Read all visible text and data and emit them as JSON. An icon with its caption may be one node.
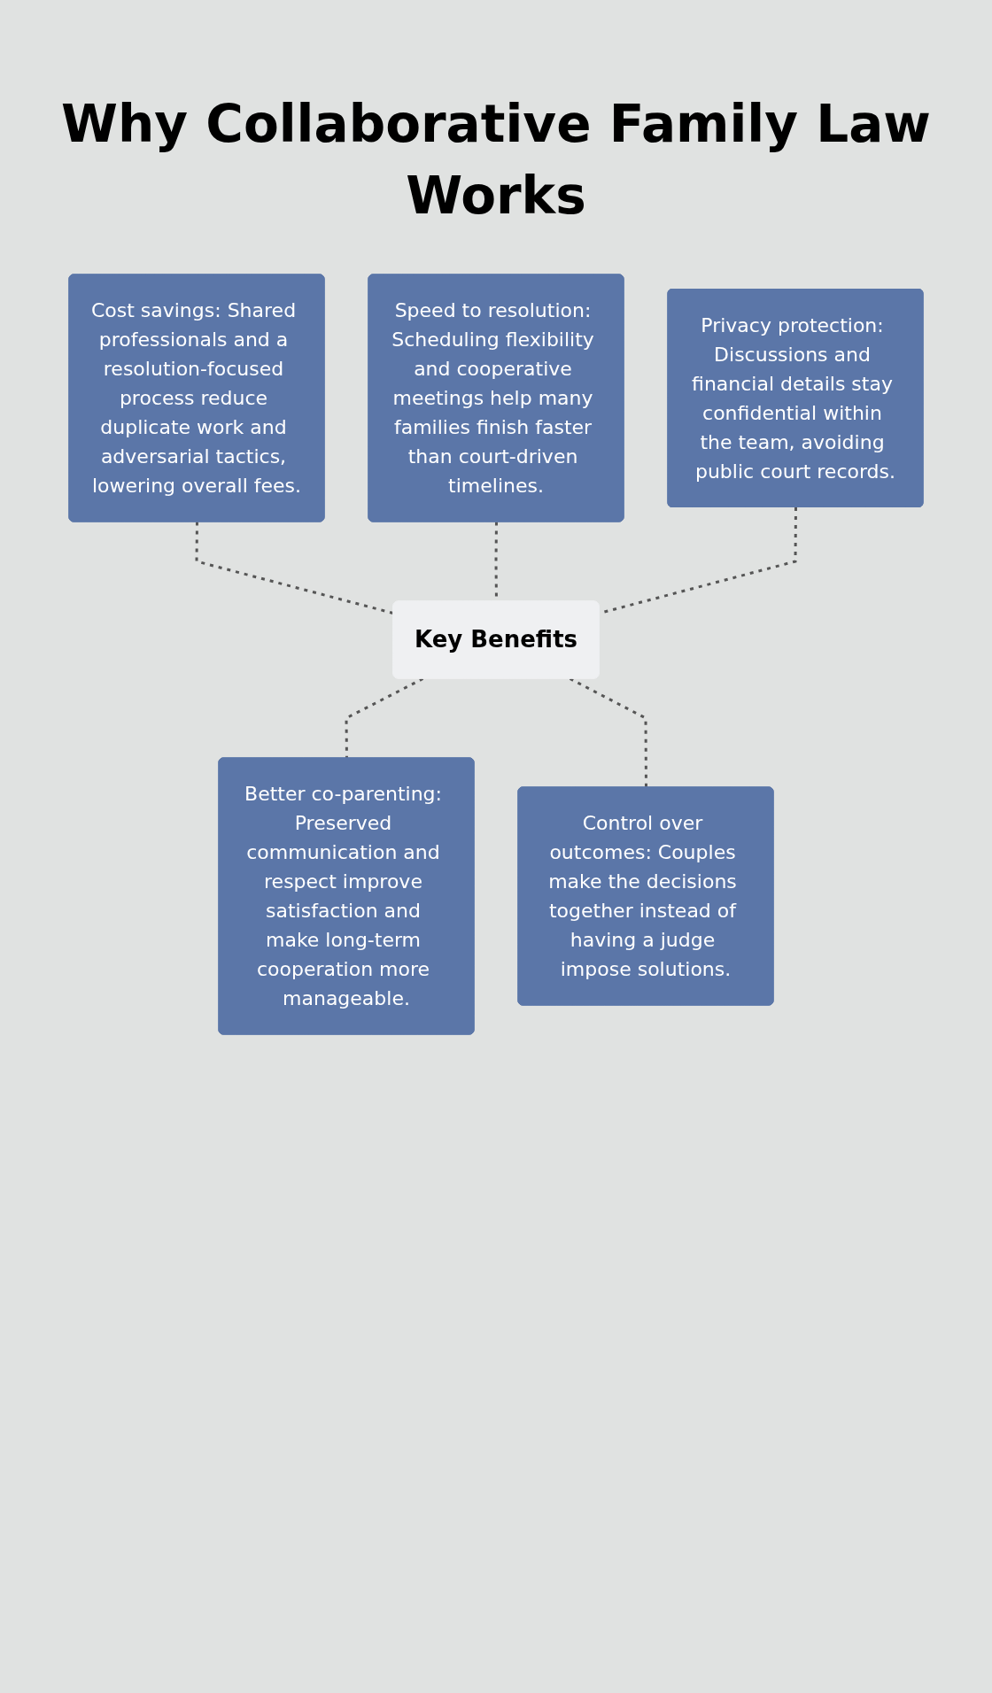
{
  "diagram": {
    "title": "Why Collaborative Family Law Works",
    "nodes": [
      {
        "text": [
          "Cost savings: Shared professionals and a resolution-focused process reduce duplicate work and adversarial tactics, lowering overall fees."
        ]
      },
      {
        "text": [
          "Speed to resolution: Scheduling flexibility and cooperative meetings help many families finish faster than court-driven timelines."
        ]
      },
      {
        "text": [
          "Privacy protection: Discussions and financial details stay confidential within the team, avoiding public court records."
        ]
      },
      {
        "text": [
          "Key Benefits"
        ]
      },
      {
        "text": [
          "Better co-parenting: Preserved communication and respect improve satisfaction and make long-term cooperation more manageable."
        ]
      },
      {
        "text": [
          "Control over outcomes: Couples make the decisions together instead of having a judge impose solutions."
        ]
      }
    ],
    "edges": [
      {
        "from": 0,
        "to": 3,
        "arrow": "none",
        "style": "dashed"
      },
      {
        "from": 1,
        "to": 3,
        "arrow": "none",
        "style": "dashed"
      },
      {
        "from": 2,
        "to": 3,
        "arrow": "none",
        "style": "dashed"
      },
      {
        "from": 3,
        "to": 4,
        "arrow": "none",
        "style": "dashed"
      },
      {
        "from": 3,
        "to": 5,
        "arrow": "none",
        "style": "dashed"
      }
    ]
  }
}
